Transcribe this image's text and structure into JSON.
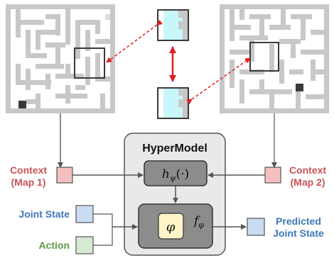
{
  "title": "HyperModel",
  "context_left": {
    "line1": "Context",
    "line2": "(Map 1)"
  },
  "context_right": {
    "line1": "Context",
    "line2": "(Map 2)"
  },
  "joint_state": "Joint State",
  "action": "Action",
  "predicted": {
    "line1": "Predicted",
    "line2": "Joint State"
  },
  "hyper_fn": "h",
  "hyper_sub": "ψ",
  "hyper_arg": "(·)",
  "phi": "φ",
  "f_main": "f",
  "f_sub": "φ",
  "colors": {
    "context": "#c95454",
    "joint": "#3d78b8",
    "action": "#5e9a42",
    "predicted": "#3d78b8",
    "red_arrow": "#e01e1e",
    "maze_wall": "#c8c8c8",
    "cyan": "#c9f6fb",
    "model_bg": "#e9e9e9"
  }
}
